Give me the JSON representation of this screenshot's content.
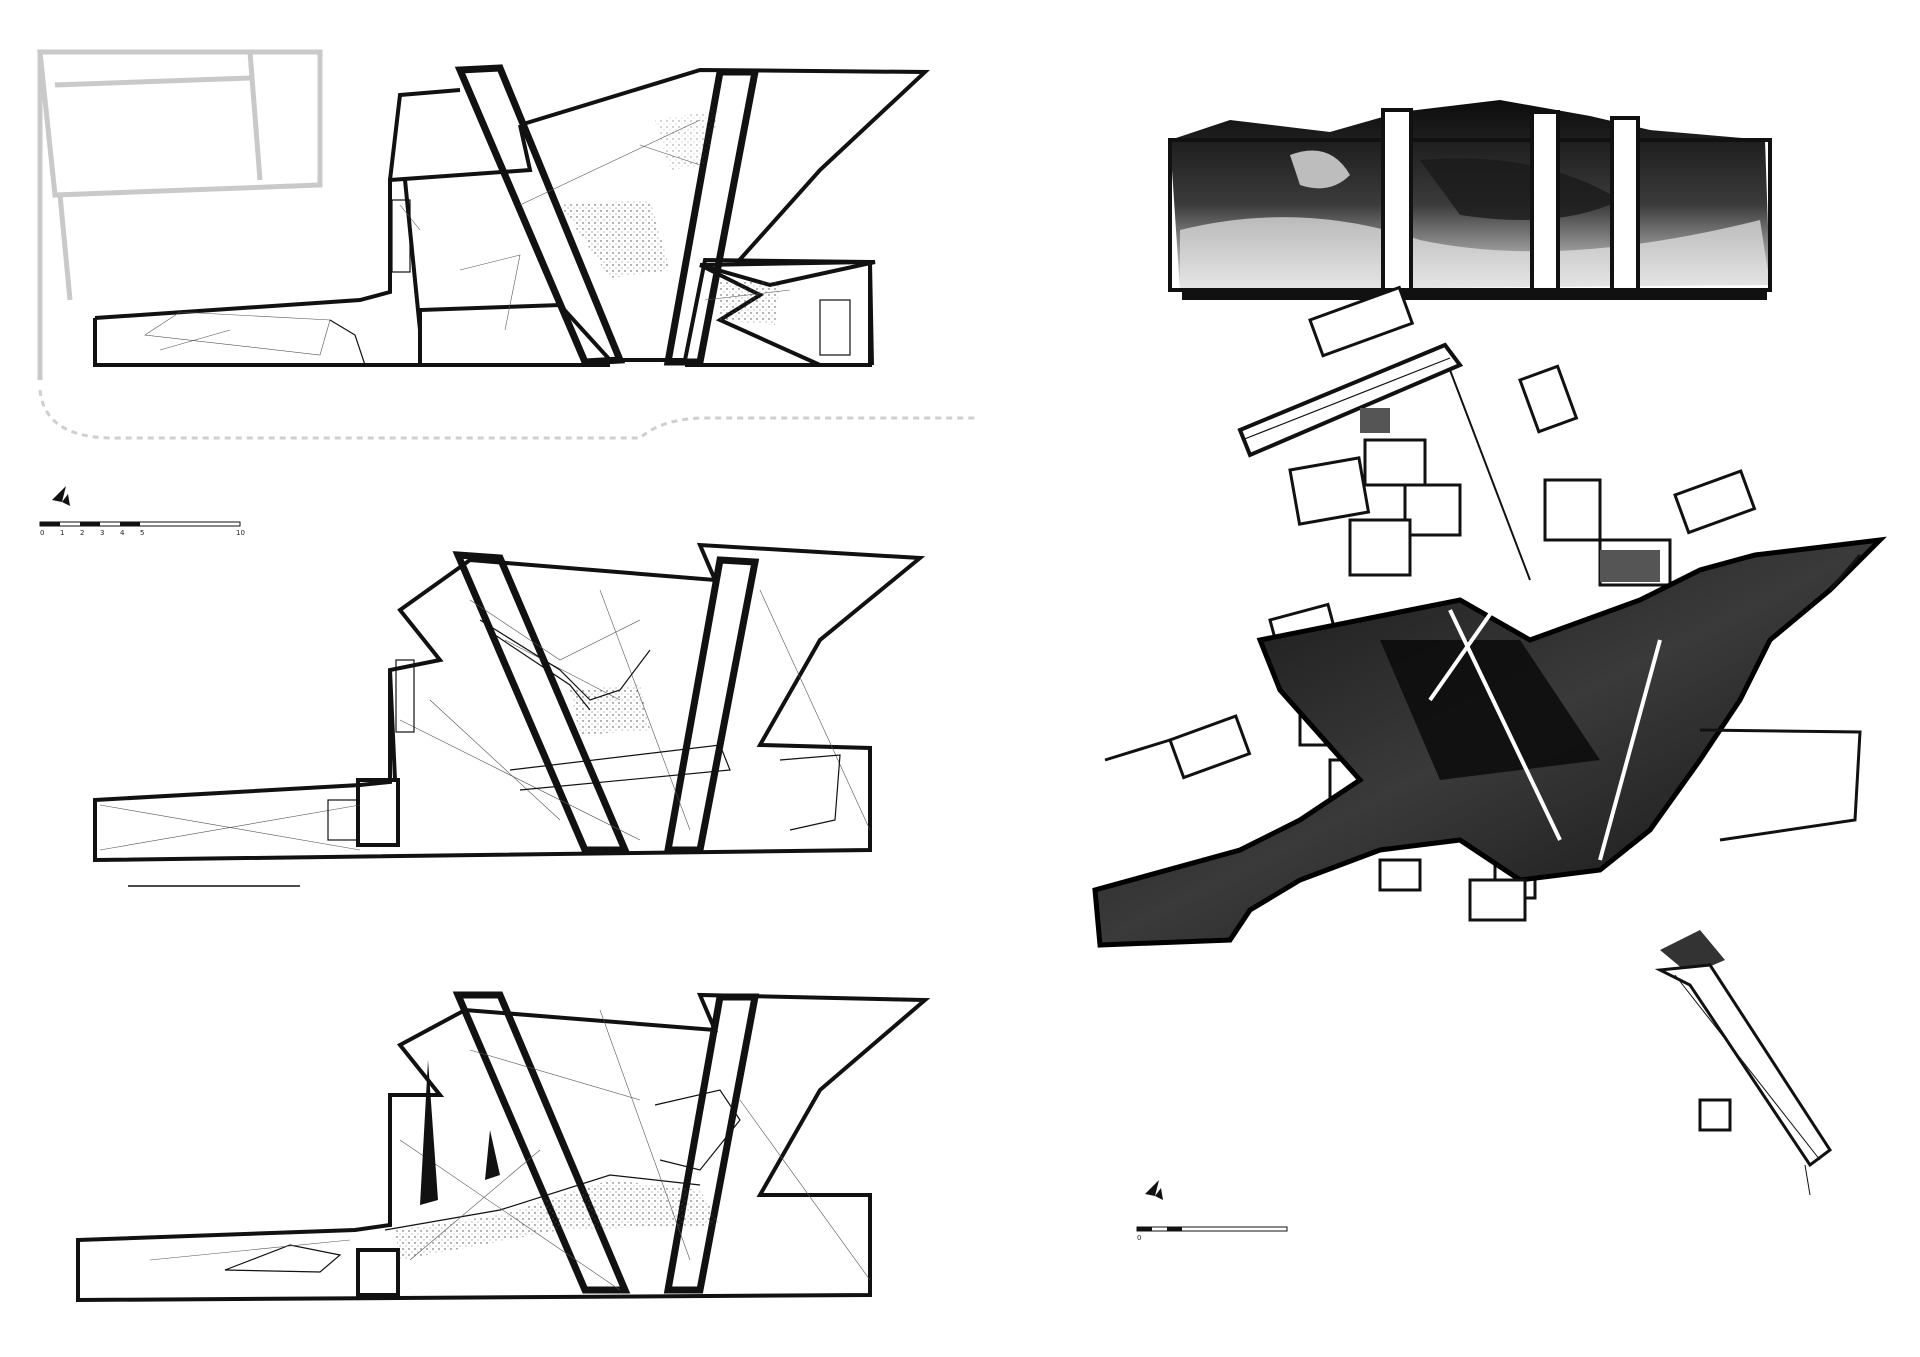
{
  "sheet": {
    "plans": [
      {
        "name": "plan-level-1",
        "scale_labels": [
          "0",
          "1",
          "2",
          "3",
          "4",
          "5",
          "10"
        ]
      },
      {
        "name": "plan-level-2",
        "scale_labels": []
      },
      {
        "name": "plan-level-3",
        "scale_labels": []
      }
    ],
    "site_plan": {
      "scale_labels": [
        "0"
      ]
    },
    "colors": {
      "ink": "#111111",
      "paper": "#ffffff",
      "ghost": "#c9c9c9",
      "tone_dark": "#2a2a2a"
    },
    "icons": [
      "north-arrow-icon",
      "north-arrow-icon",
      "north-arrow-icon"
    ]
  }
}
